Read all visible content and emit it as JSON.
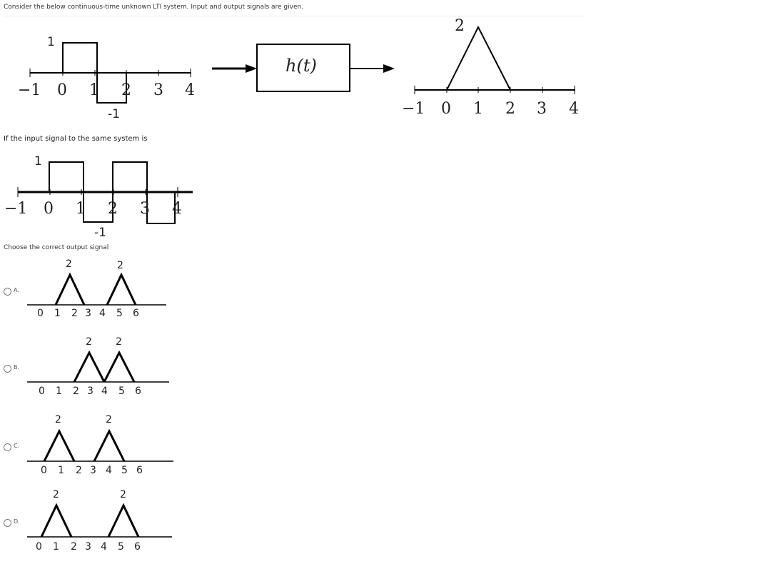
{
  "question": {
    "intro": "Consider the below continuous-time unknown LTI system. Input and output signals are given.",
    "second_input_prompt": "If the input signal to the same system is",
    "choose_prompt": "Choose the correct output signal"
  },
  "figure1": {
    "input_ticks": [
      "−1",
      "0",
      "1",
      "2",
      "3",
      "4"
    ],
    "input_amp_top": "1",
    "input_amp_bottom": "-1",
    "system_label": "h(t)",
    "output_peak": "2",
    "output_ticks": [
      "−1",
      "0",
      "1",
      "2",
      "3",
      "4"
    ]
  },
  "figure2": {
    "input_amp_top": "1",
    "input_amp_bottom": "-1",
    "input_ticks": [
      "−1",
      "0",
      "1",
      "2",
      "3",
      "4"
    ]
  },
  "options": [
    {
      "letter": "A.",
      "peaks": [
        "2",
        "2"
      ],
      "ticks": [
        "0",
        "1",
        "2",
        "3",
        "4",
        "5",
        "6"
      ]
    },
    {
      "letter": "B.",
      "peaks": [
        "2",
        "2"
      ],
      "ticks": [
        "0",
        "1",
        "2",
        "3",
        "4",
        "5",
        "6"
      ]
    },
    {
      "letter": "C.",
      "peaks": [
        "2",
        "2"
      ],
      "ticks": [
        "0",
        "1",
        "2",
        "3",
        "4",
        "5",
        "6"
      ]
    },
    {
      "letter": "D.",
      "peaks": [
        "2",
        "2"
      ],
      "ticks": [
        "0",
        "1",
        "2",
        "3",
        "4",
        "5",
        "6"
      ]
    }
  ]
}
